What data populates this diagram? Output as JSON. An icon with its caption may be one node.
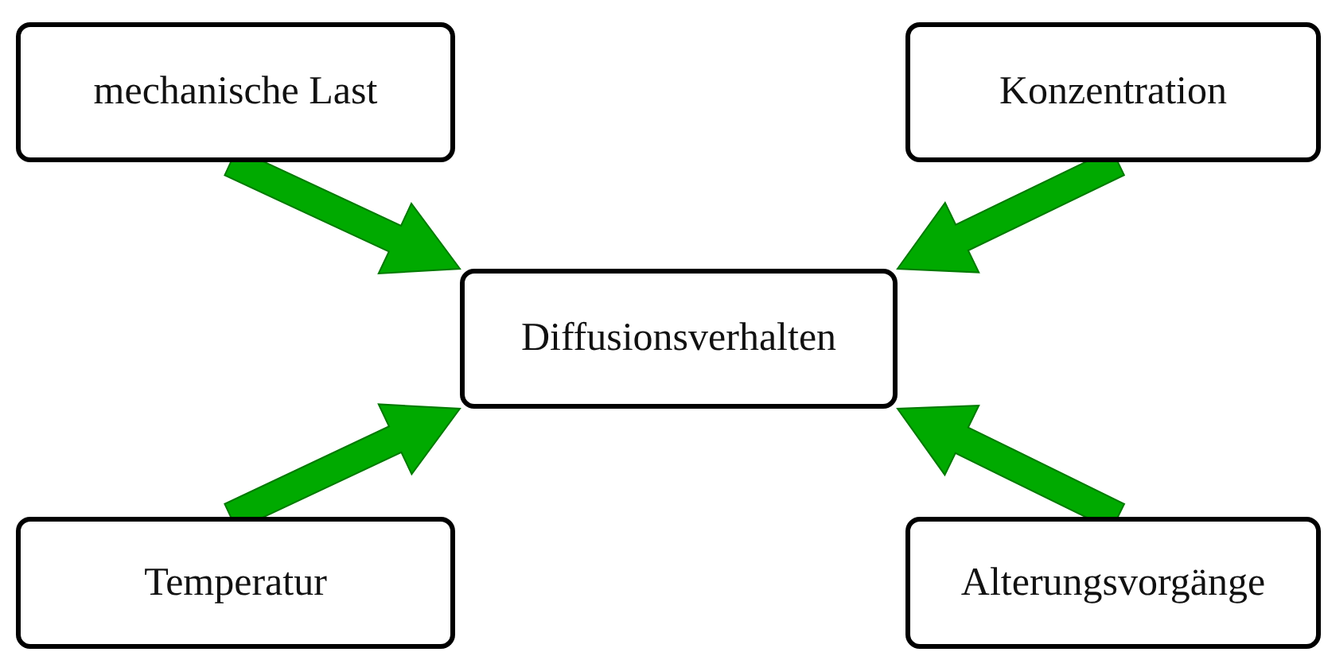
{
  "diagram": {
    "nodes": [
      {
        "text": [
          "mechanische Last"
        ]
      },
      {
        "text": [
          "Konzentration"
        ]
      },
      {
        "text": [
          "Diffusionsverhalten"
        ]
      },
      {
        "text": [
          "Temperatur"
        ]
      },
      {
        "text": [
          "Alterungsvorgänge"
        ]
      }
    ],
    "edges": [
      {
        "from": 0,
        "to": 2,
        "arrow": "to",
        "style": "thick",
        "color": "#00aa00"
      },
      {
        "from": 1,
        "to": 2,
        "arrow": "to",
        "style": "thick",
        "color": "#00aa00"
      },
      {
        "from": 3,
        "to": 2,
        "arrow": "to",
        "style": "thick",
        "color": "#00aa00"
      },
      {
        "from": 4,
        "to": 2,
        "arrow": "to",
        "style": "thick",
        "color": "#00aa00"
      }
    ]
  }
}
